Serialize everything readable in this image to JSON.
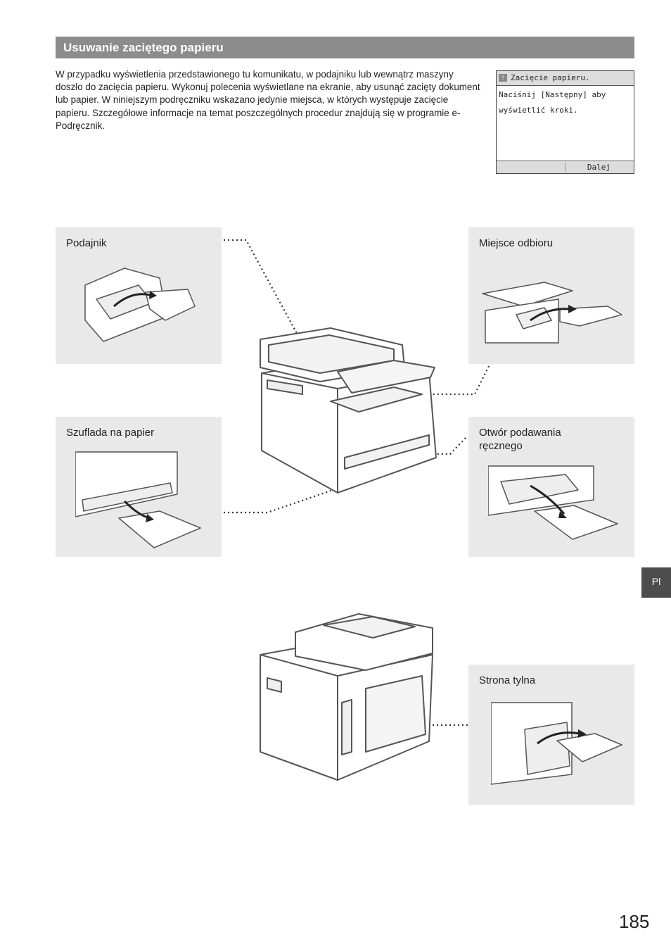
{
  "header": {
    "title": "Usuwanie zaciętego papieru"
  },
  "intro": {
    "text": "W przypadku wyświetlenia przedstawionego tu komunikatu, w podajniku lub wewnątrz maszyny doszło do zacięcia papieru. Wykonuj polecenia wyświetlane na ekranie, aby usunąć zacięty dokument lub papier. W niniejszym podręczniku wskazano jedynie miejsca, w których występuje zacięcie papieru. Szczegółowe informacje na temat poszczególnych procedur znajdują się w programie e-Podręcznik."
  },
  "lcd": {
    "title": "Zacięcie papieru.",
    "line1": "Naciśnij [Następny] aby",
    "line2": "wyświetlić kroki.",
    "next_label": "Dalej",
    "icon": "warning-icon"
  },
  "panels": {
    "feeder": "Podajnik",
    "output": "Miejsce odbioru",
    "drawer": "Szuflada na papier",
    "manual_line1": "Otwór podawania",
    "manual_line2": "ręcznego",
    "rear": "Strona tylna"
  },
  "lang_tab": "Pl",
  "page_number": "185",
  "colors": {
    "bar": "#8c8c8c",
    "panel": "#e9e9e9",
    "tab": "#4d4d4d"
  }
}
